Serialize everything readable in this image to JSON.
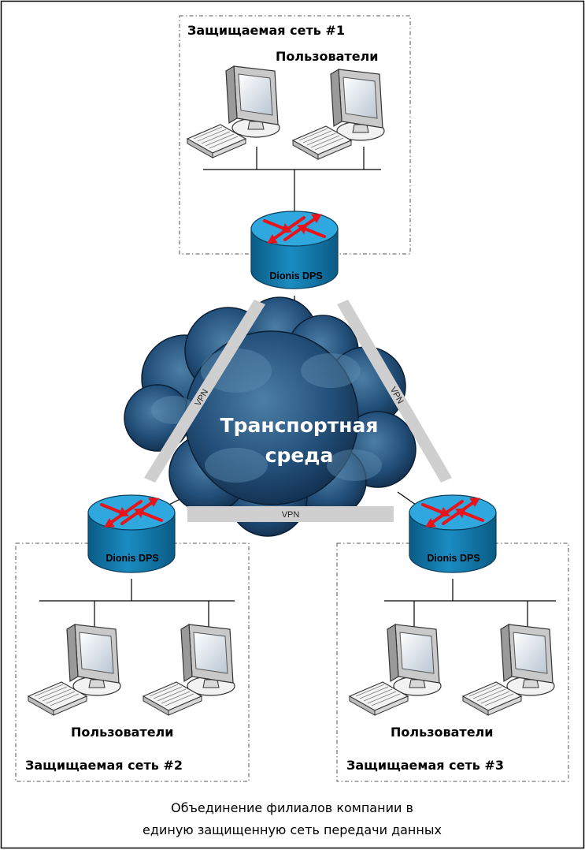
{
  "networks": [
    {
      "title": "Защищаемая сеть #1",
      "users_label": "Пользователи",
      "router_label": "Dionis DPS"
    },
    {
      "title": "Защищаемая сеть #2",
      "users_label": "Пользователи",
      "router_label": "Dionis DPS"
    },
    {
      "title": "Защищаемая сеть #3",
      "users_label": "Пользователи",
      "router_label": "Dionis DPS"
    }
  ],
  "cloud": {
    "line1": "Транспортная",
    "line2": "среда"
  },
  "vpn_links": [
    "VPN",
    "VPN",
    "VPN"
  ],
  "caption": {
    "line1": "Объединение филиалов компании в",
    "line2": "единую защищенную сеть передачи данных"
  },
  "colors": {
    "router_top": "#2aa3d8",
    "router_body": "#0e6f9e",
    "router_arrows": "#e8141c",
    "cloud_dark": "#12304c",
    "cloud_light": "#3d6c92",
    "vpn_band": "#cfcfcf"
  },
  "icons": [
    "desktop-computer-icon",
    "keyboard-icon",
    "router-icon",
    "cloud-icon"
  ]
}
